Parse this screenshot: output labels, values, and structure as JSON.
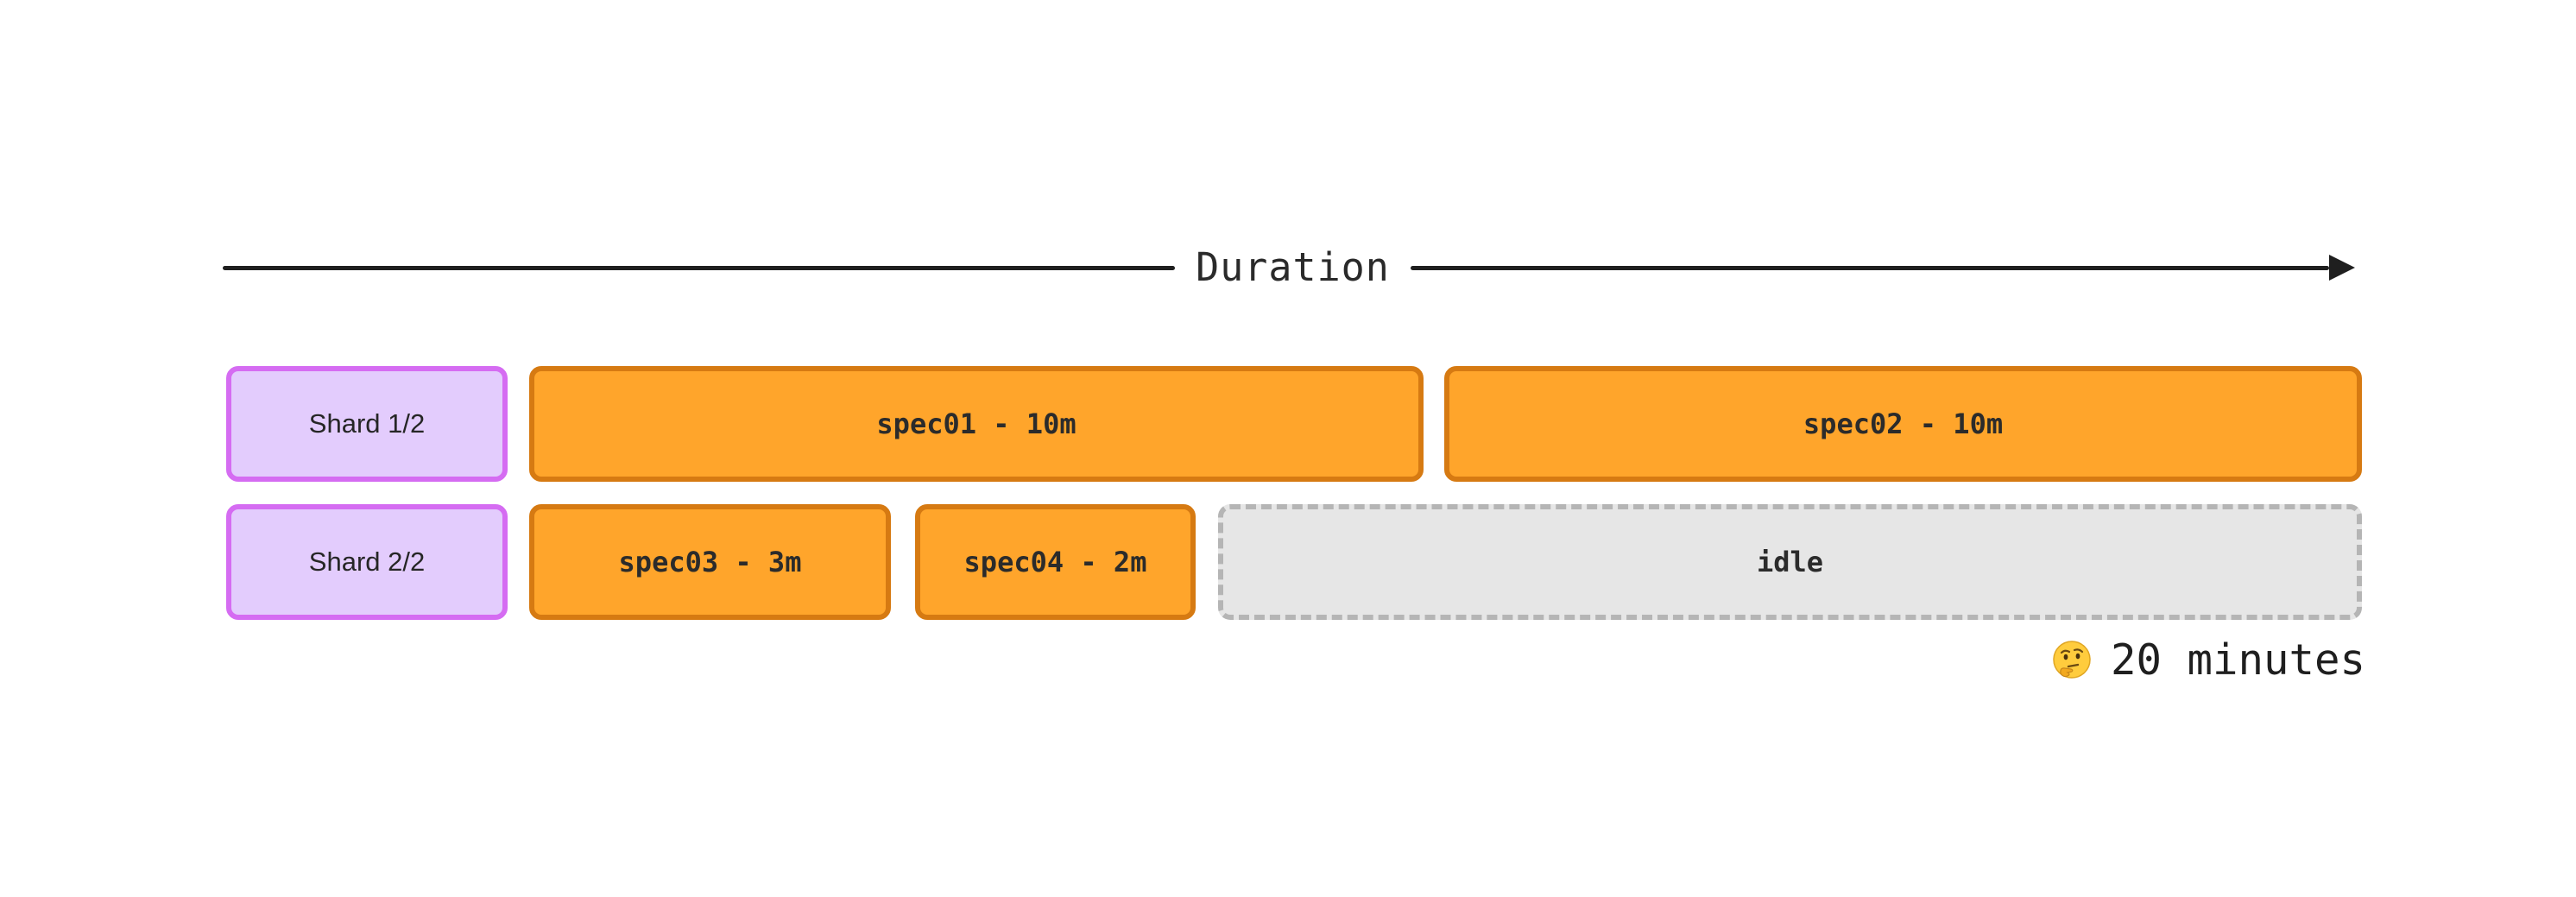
{
  "axis": {
    "label": "Duration"
  },
  "shards": [
    {
      "label": "Shard 1/2",
      "items": [
        {
          "label": "spec01 - 10m",
          "kind": "spec"
        },
        {
          "label": "spec02 - 10m",
          "kind": "spec"
        }
      ]
    },
    {
      "label": "Shard 2/2",
      "items": [
        {
          "label": "spec03 - 3m",
          "kind": "spec"
        },
        {
          "label": "spec04 - 2m",
          "kind": "spec"
        },
        {
          "label": "idle",
          "kind": "idle"
        }
      ]
    }
  ],
  "total": {
    "icon": "thinking-face-icon",
    "text": "20 minutes"
  },
  "colors": {
    "shard_fill": "#e3ccfd",
    "shard_border": "#d56cf2",
    "spec_fill": "#ffa52b",
    "spec_border": "#d67a12",
    "idle_fill": "#e6e6e6",
    "idle_border": "#b5b5b5"
  }
}
